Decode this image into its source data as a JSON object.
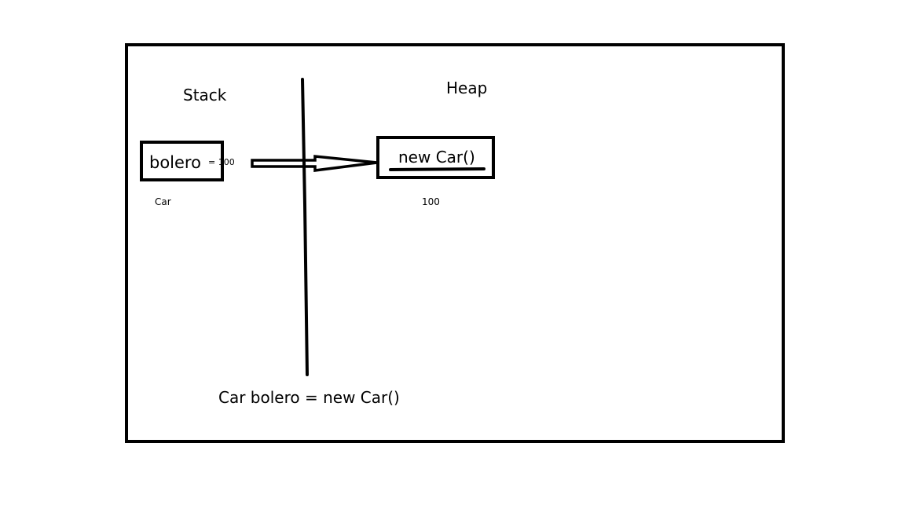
{
  "stack": {
    "title": "Stack",
    "variable": {
      "name": "bolero",
      "value_label": "= 100",
      "type": "Car"
    }
  },
  "heap": {
    "title": "Heap",
    "object": {
      "expression": "new Car()",
      "address": "100"
    }
  },
  "code": {
    "statement": "Car bolero = new Car()"
  },
  "colors": {
    "background": "#ffffff",
    "stroke": "#000000",
    "text": "#000000"
  }
}
